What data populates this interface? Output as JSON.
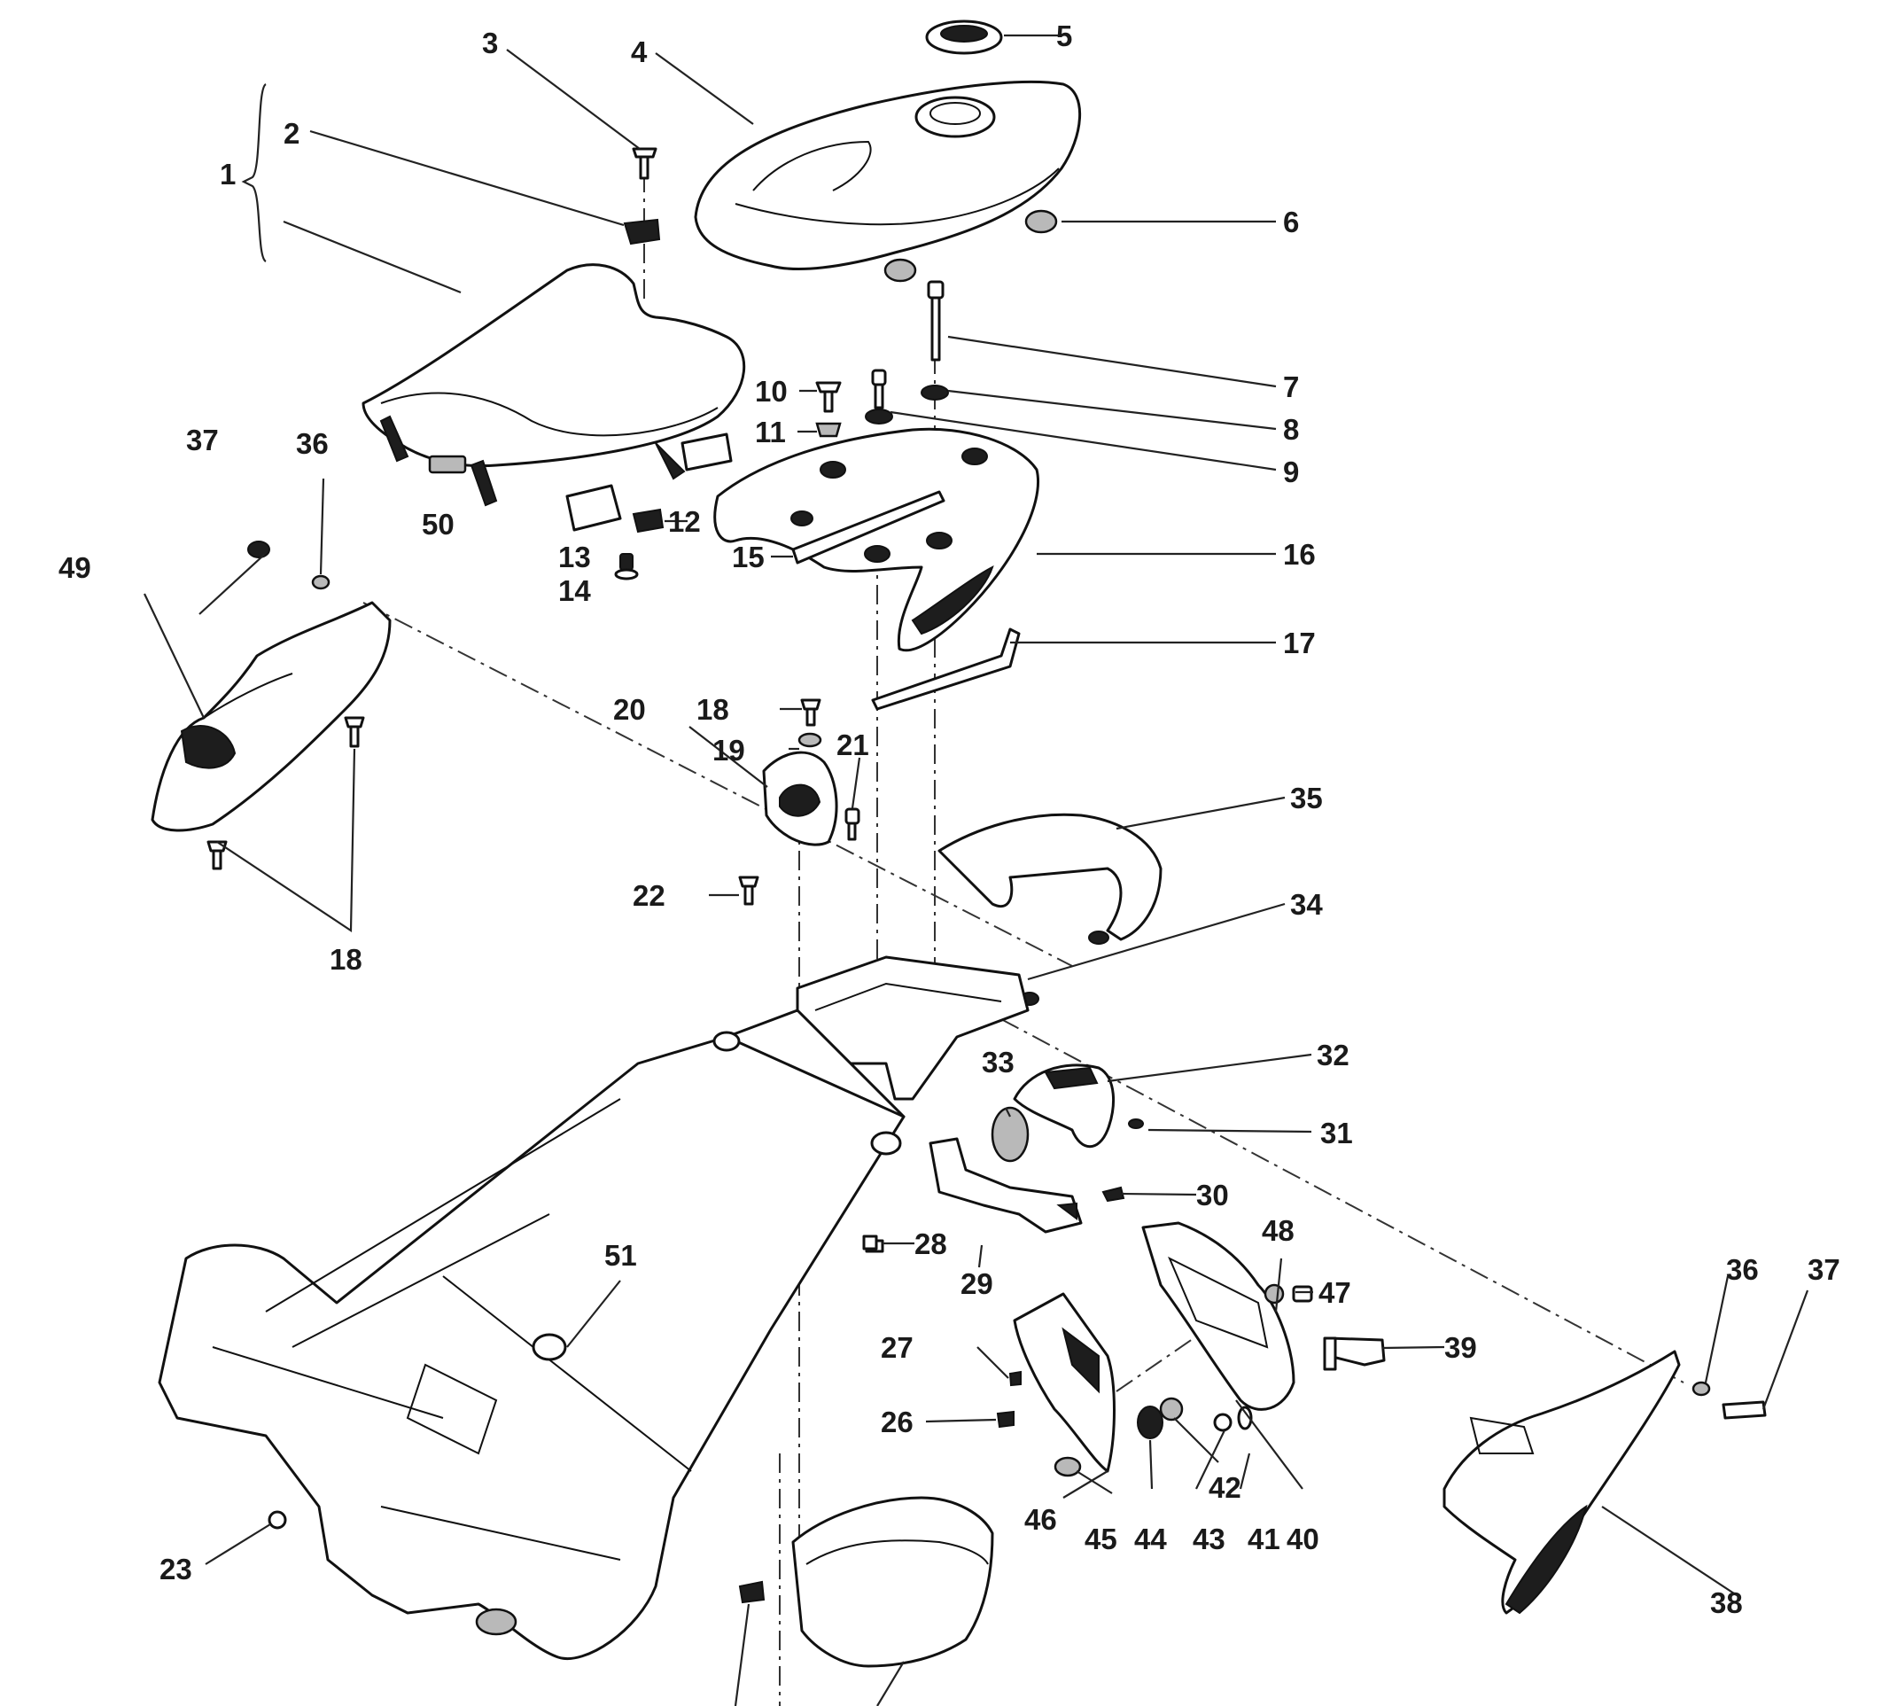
{
  "callouts": {
    "c1": "1",
    "c2": "2",
    "c3": "3",
    "c4": "4",
    "c5": "5",
    "c6": "6",
    "c7": "7",
    "c8": "8",
    "c9": "9",
    "c10": "10",
    "c11": "11",
    "c12": "12",
    "c13": "13",
    "c14": "14",
    "c15": "15",
    "c16": "16",
    "c17": "17",
    "c18a": "18",
    "c18b": "18",
    "c19": "19",
    "c20": "20",
    "c21": "21",
    "c22": "22",
    "c23": "23",
    "c26": "26",
    "c27": "27",
    "c28": "28",
    "c29": "29",
    "c30": "30",
    "c31": "31",
    "c32": "32",
    "c33": "33",
    "c34": "34",
    "c35": "35",
    "c36a": "36",
    "c36b": "36",
    "c37a": "37",
    "c37b": "37",
    "c38": "38",
    "c39": "39",
    "c40": "40",
    "c41": "41",
    "c42": "42",
    "c43": "43",
    "c44": "44",
    "c45": "45",
    "c46": "46",
    "c47": "47",
    "c48": "48",
    "c49": "49",
    "c50": "50",
    "c51": "51"
  },
  "colors": {
    "line": "#111111",
    "fill": "#ffffff",
    "dark_part": "#1d1d1d"
  }
}
